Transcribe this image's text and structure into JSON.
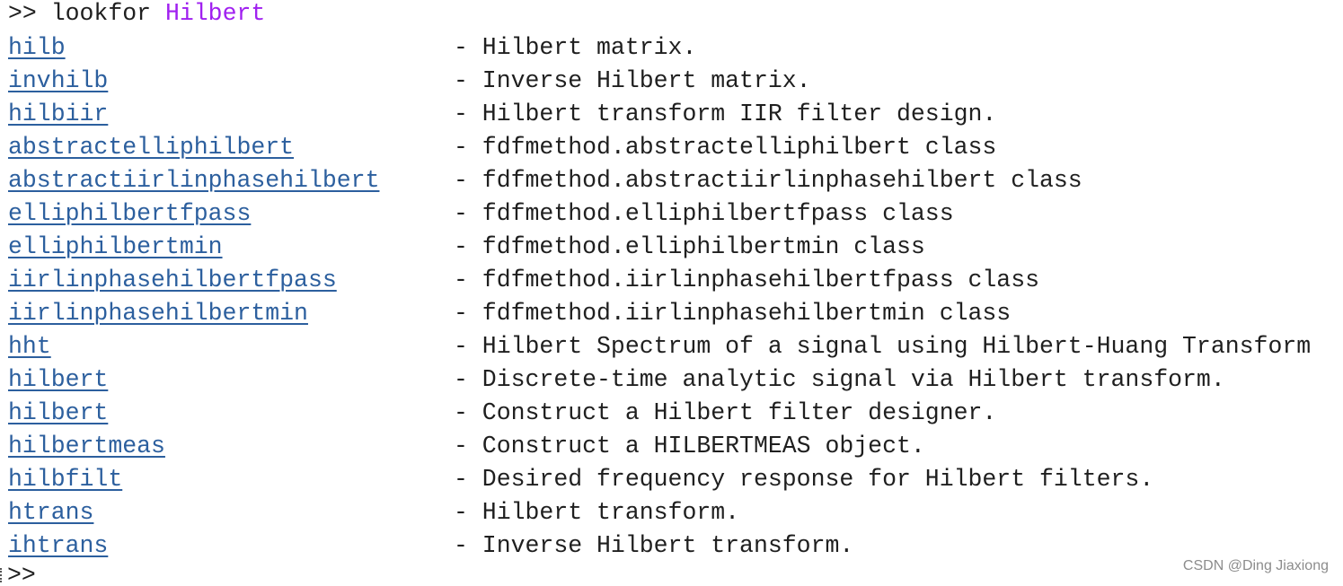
{
  "command": {
    "prompt": ">>",
    "name": "lookfor",
    "arg": "Hilbert"
  },
  "results": [
    {
      "fn": "hilb",
      "desc": "- Hilbert matrix."
    },
    {
      "fn": "invhilb",
      "desc": "- Inverse Hilbert matrix."
    },
    {
      "fn": "hilbiir",
      "desc": "- Hilbert transform IIR filter design."
    },
    {
      "fn": "abstractelliphilbert",
      "desc": "- fdfmethod.abstractelliphilbert class"
    },
    {
      "fn": "abstractiirlinphasehilbert",
      "desc": "- fdfmethod.abstractiirlinphasehilbert class"
    },
    {
      "fn": "elliphilbertfpass",
      "desc": "- fdfmethod.elliphilbertfpass class"
    },
    {
      "fn": "elliphilbertmin",
      "desc": "- fdfmethod.elliphilbertmin class"
    },
    {
      "fn": "iirlinphasehilbertfpass",
      "desc": "- fdfmethod.iirlinphasehilbertfpass class"
    },
    {
      "fn": "iirlinphasehilbertmin",
      "desc": "- fdfmethod.iirlinphasehilbertmin class"
    },
    {
      "fn": "hht",
      "desc": "- Hilbert Spectrum of a signal using Hilbert-Huang Transform"
    },
    {
      "fn": "hilbert",
      "desc": "- Discrete-time analytic signal via Hilbert transform."
    },
    {
      "fn": "hilbert",
      "desc": "- Construct a Hilbert filter designer."
    },
    {
      "fn": "hilbertmeas",
      "desc": "- Construct a HILBERTMEAS object."
    },
    {
      "fn": "hilbfilt",
      "desc": "- Desired frequency response for Hilbert filters."
    },
    {
      "fn": "htrans",
      "desc": "- Hilbert transform."
    },
    {
      "fn": "ihtrans",
      "desc": "- Inverse Hilbert transform."
    }
  ],
  "final_prompt": ">>",
  "watermark": "CSDN @Ding Jiaxiong",
  "colors": {
    "link": "#2c5f9e",
    "argument": "#a020f0",
    "text": "#1f1f1f"
  }
}
